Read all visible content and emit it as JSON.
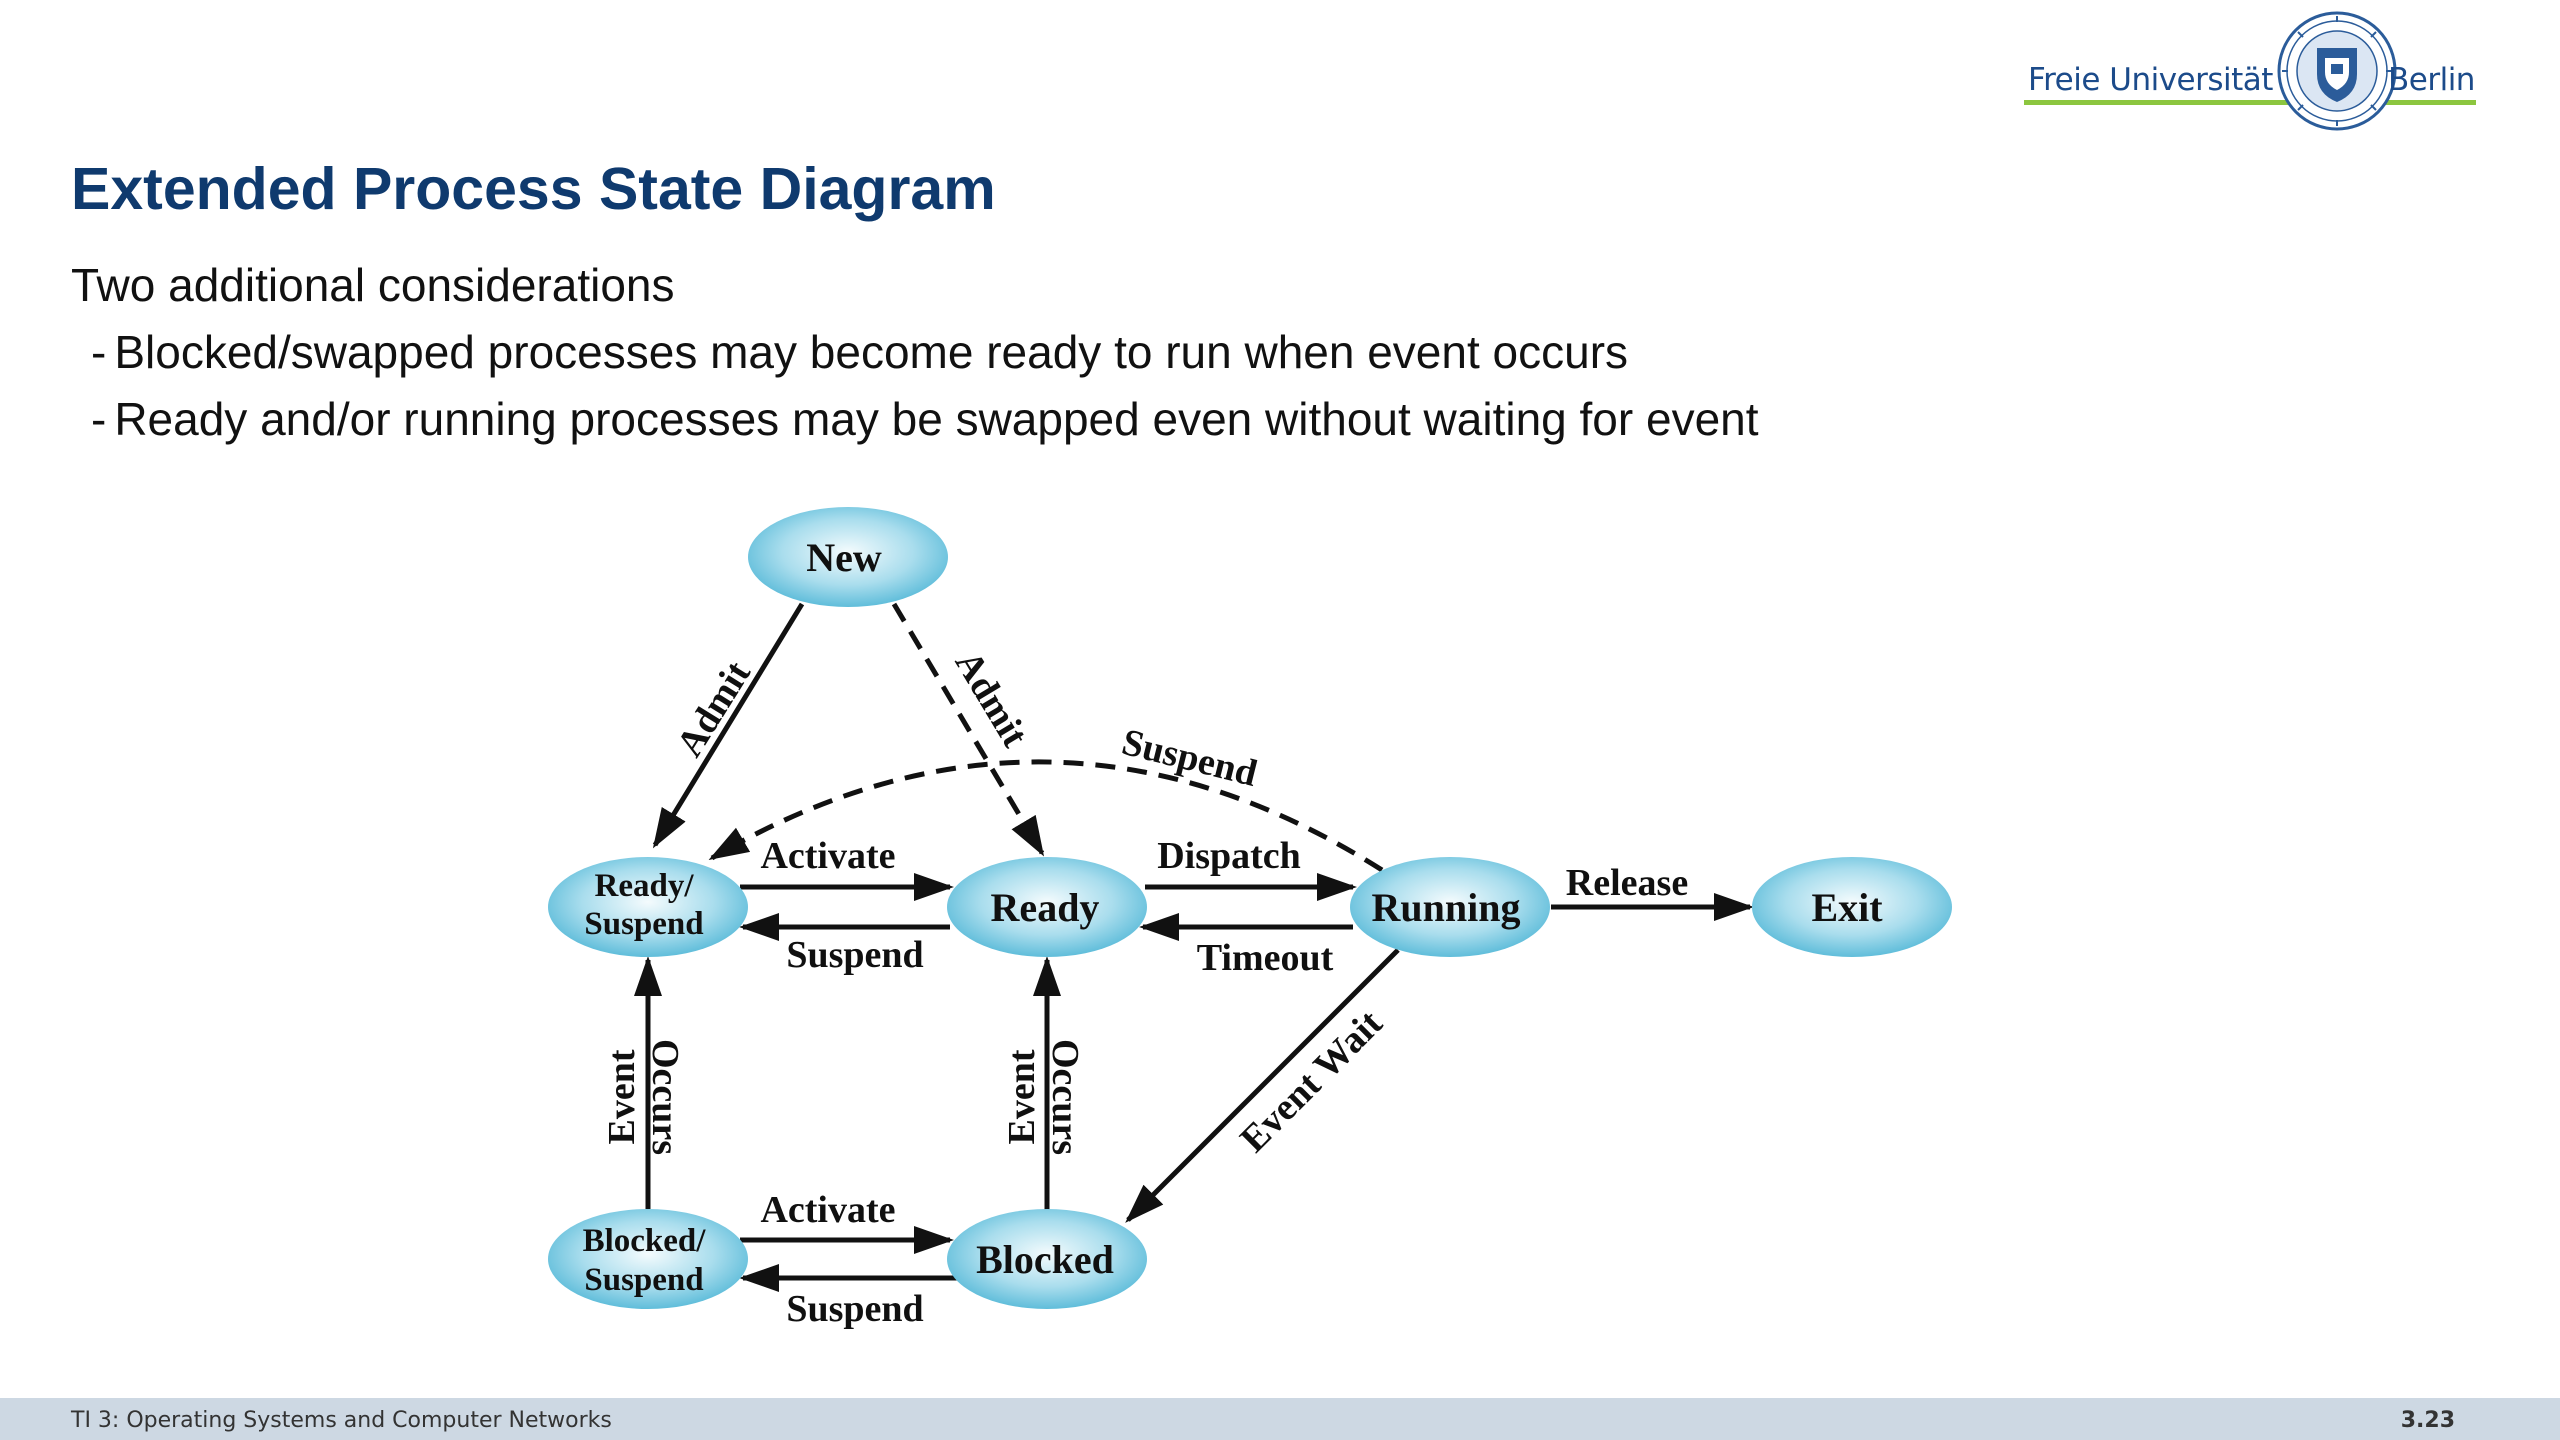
{
  "logo": {
    "left_text": "Freie Universität",
    "right_text": "Berlin",
    "line_color": "#8cc63f",
    "text_color": "#1c4b8a"
  },
  "slide": {
    "title": "Extended Process State Diagram",
    "intro": "Two additional considerations",
    "bullets": [
      "Blocked/swapped processes may become ready to run when event occurs",
      "Ready and/or running processes may be swapped even without waiting for event"
    ],
    "bullet_marker": "-",
    "title_color": "#0f3a6e"
  },
  "diagram": {
    "states": {
      "new": "New",
      "ready_suspend_line1": "Ready/",
      "ready_suspend_line2": "Suspend",
      "ready": "Ready",
      "running": "Running",
      "exit": "Exit",
      "blocked_suspend_line1": "Blocked/",
      "blocked_suspend_line2": "Suspend",
      "blocked": "Blocked"
    },
    "edges": {
      "admit_to_ready_suspend": "Admit",
      "admit_to_ready": "Admit",
      "suspend_running_to_ready_suspend": "Suspend",
      "activate_ready_suspend_to_ready": "Activate",
      "suspend_ready_to_ready_suspend": "Suspend",
      "dispatch": "Dispatch",
      "timeout": "Timeout",
      "release": "Release",
      "event_wait": "Event Wait",
      "event_occurs_left_line1": "Event",
      "event_occurs_left_line2": "Occurs",
      "event_occurs_mid_line1": "Event",
      "event_occurs_mid_line2": "Occurs",
      "activate_blocked_suspend_to_blocked": "Activate",
      "suspend_blocked_to_blocked_suspend": "Suspend"
    },
    "node_color": "#5bc0dc"
  },
  "footer": {
    "course": "TI 3: Operating Systems and Computer Networks",
    "page": "3.23"
  }
}
